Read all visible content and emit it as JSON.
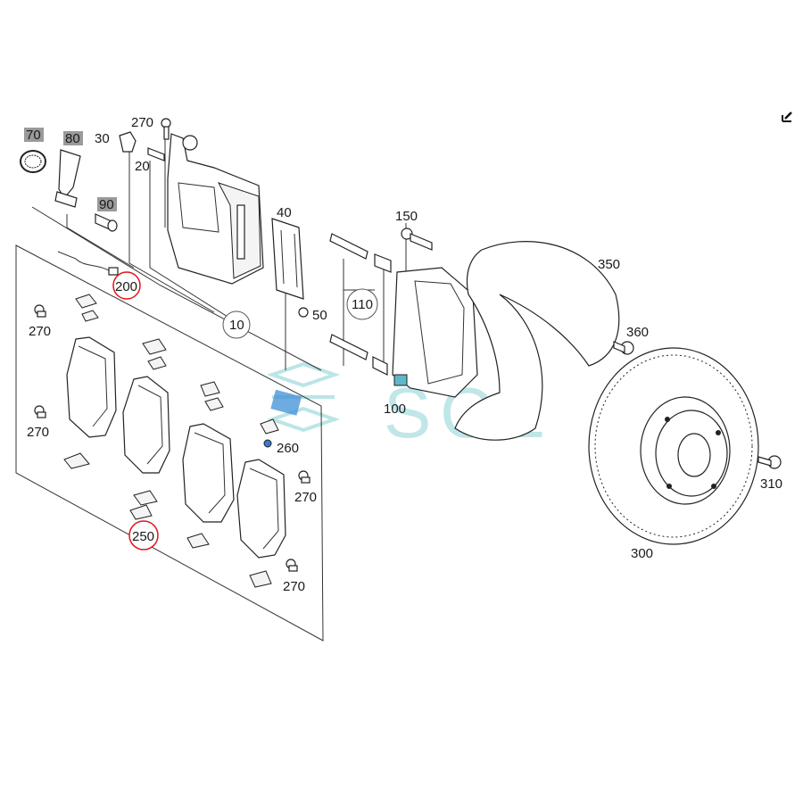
{
  "edit_icon": "edit-icon",
  "watermark": {
    "text": "SOL",
    "color": "#8ed3d6"
  },
  "highlight_color": "#e0161b",
  "gray_tag_color": "#9a9a9a",
  "callouts": {
    "c70": "70",
    "c80": "80",
    "c90": "90",
    "c30": "30",
    "c20": "20",
    "c270_top": "270",
    "c40": "40",
    "c150": "150",
    "c350": "350",
    "c10": "10",
    "c110": "110",
    "c50": "50",
    "c200": "200",
    "c360": "360",
    "c270_a": "270",
    "c270_b": "270",
    "c100": "100",
    "c260": "260",
    "c270_c": "270",
    "c310": "310",
    "c250": "250",
    "c300": "300",
    "c270_d": "270"
  }
}
